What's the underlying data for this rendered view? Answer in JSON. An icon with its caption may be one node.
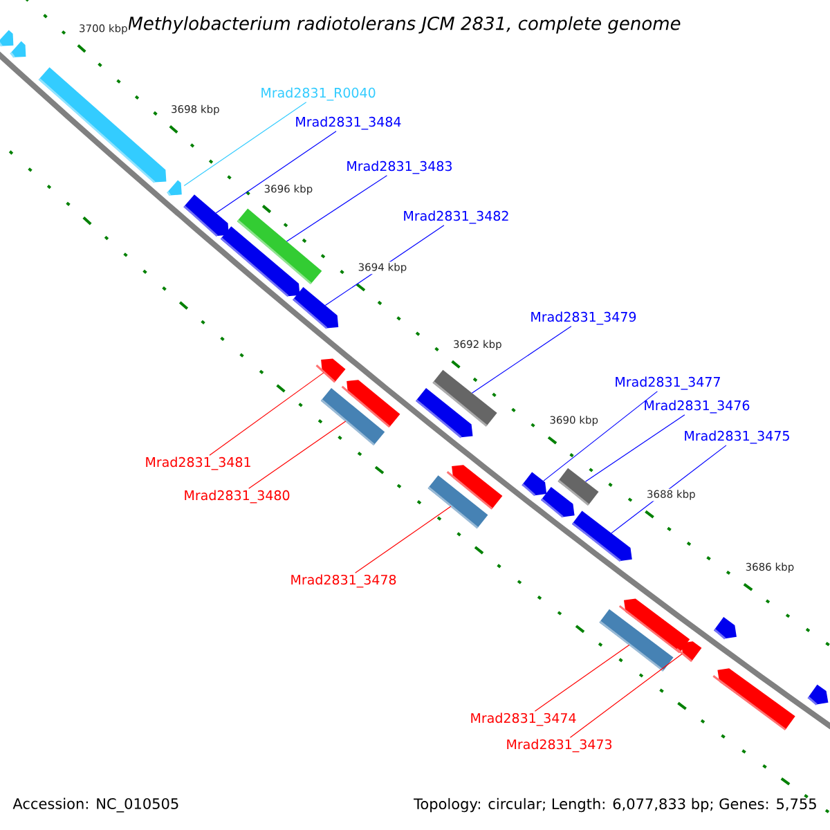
{
  "diagram": {
    "title": "Methylobacterium radiotolerans JCM 2831, complete genome",
    "nodes": [
      {
        "text": [
          "Mrad2831_R0040"
        ]
      },
      {
        "text": [
          "Mrad2831_3484"
        ]
      },
      {
        "text": [
          "Mrad2831_3483"
        ]
      },
      {
        "text": [
          "Mrad2831_3482"
        ]
      },
      {
        "text": [
          "Mrad2831_3479"
        ]
      },
      {
        "text": [
          "Mrad2831_3477"
        ]
      },
      {
        "text": [
          "Mrad2831_3476"
        ]
      },
      {
        "text": [
          "Mrad2831_3475"
        ]
      },
      {
        "text": [
          "Mrad2831_3481"
        ]
      },
      {
        "text": [
          "Mrad2831_3480"
        ]
      },
      {
        "text": [
          "Mrad2831_3478"
        ]
      },
      {
        "text": [
          "Mrad2831_3474"
        ]
      },
      {
        "text": [
          "Mrad2831_3473"
        ]
      },
      {
        "text": [],
        "shape": "arrow"
      },
      {
        "text": [],
        "shape": "arrow"
      },
      {
        "text": [],
        "shape": "arrow"
      },
      {
        "text": [],
        "shape": "arrow"
      },
      {
        "text": [],
        "shape": "arrow"
      },
      {
        "text": [],
        "shape": "arrow"
      },
      {
        "text": [],
        "shape": "box"
      },
      {
        "text": [],
        "shape": "arrow"
      },
      {
        "text": [],
        "shape": "arrow"
      },
      {
        "text": [],
        "shape": "box"
      },
      {
        "text": [],
        "shape": "arrow"
      },
      {
        "text": [],
        "shape": "arrow"
      },
      {
        "text": [],
        "shape": "box"
      },
      {
        "text": [],
        "shape": "box"
      },
      {
        "text": [],
        "shape": "arrow"
      },
      {
        "text": [],
        "shape": "arrow"
      },
      {
        "text": [],
        "shape": "arrow"
      },
      {
        "text": [],
        "shape": "box"
      },
      {
        "text": [],
        "shape": "arrow"
      },
      {
        "text": [],
        "shape": "box"
      },
      {
        "text": [],
        "shape": "arrow"
      },
      {
        "text": [],
        "shape": "arrow"
      },
      {
        "text": [],
        "shape": "arrow"
      },
      {
        "text": [],
        "shape": "arrow"
      },
      {
        "text": [],
        "shape": "arrow"
      }
    ],
    "edges": [
      {
        "from": 0,
        "to": 16,
        "arrow": "none",
        "color": "#33ccff"
      },
      {
        "from": 1,
        "to": 17,
        "arrow": "none"
      },
      {
        "from": 2,
        "to": 19,
        "arrow": "none"
      },
      {
        "from": 3,
        "to": 20,
        "arrow": "none"
      },
      {
        "from": 4,
        "to": 26,
        "arrow": "none"
      },
      {
        "from": 5,
        "to": 28,
        "arrow": "none"
      },
      {
        "from": 6,
        "to": 30,
        "arrow": "none"
      },
      {
        "from": 7,
        "to": 31,
        "arrow": "none"
      },
      {
        "from": 8,
        "to": 21,
        "arrow": "none",
        "color": "#ff0000"
      },
      {
        "from": 9,
        "to": 22,
        "arrow": "none",
        "color": "#ff0000"
      },
      {
        "from": 10,
        "to": 25,
        "arrow": "none",
        "color": "#ff0000"
      },
      {
        "from": 11,
        "to": 32,
        "arrow": "none",
        "color": "#ff0000"
      },
      {
        "from": 12,
        "to": 34,
        "arrow": "none",
        "color": "#ff0000"
      }
    ],
    "labels": [
      "3700 kbp",
      "3698 kbp",
      "3696 kbp",
      "3694 kbp",
      "3692 kbp",
      "3690 kbp",
      "3688 kbp",
      "3686 kbp",
      "Accession: NC_010505",
      "Topology: circular; Length: 6,077,833 bp; Genes: 5,755"
    ]
  }
}
